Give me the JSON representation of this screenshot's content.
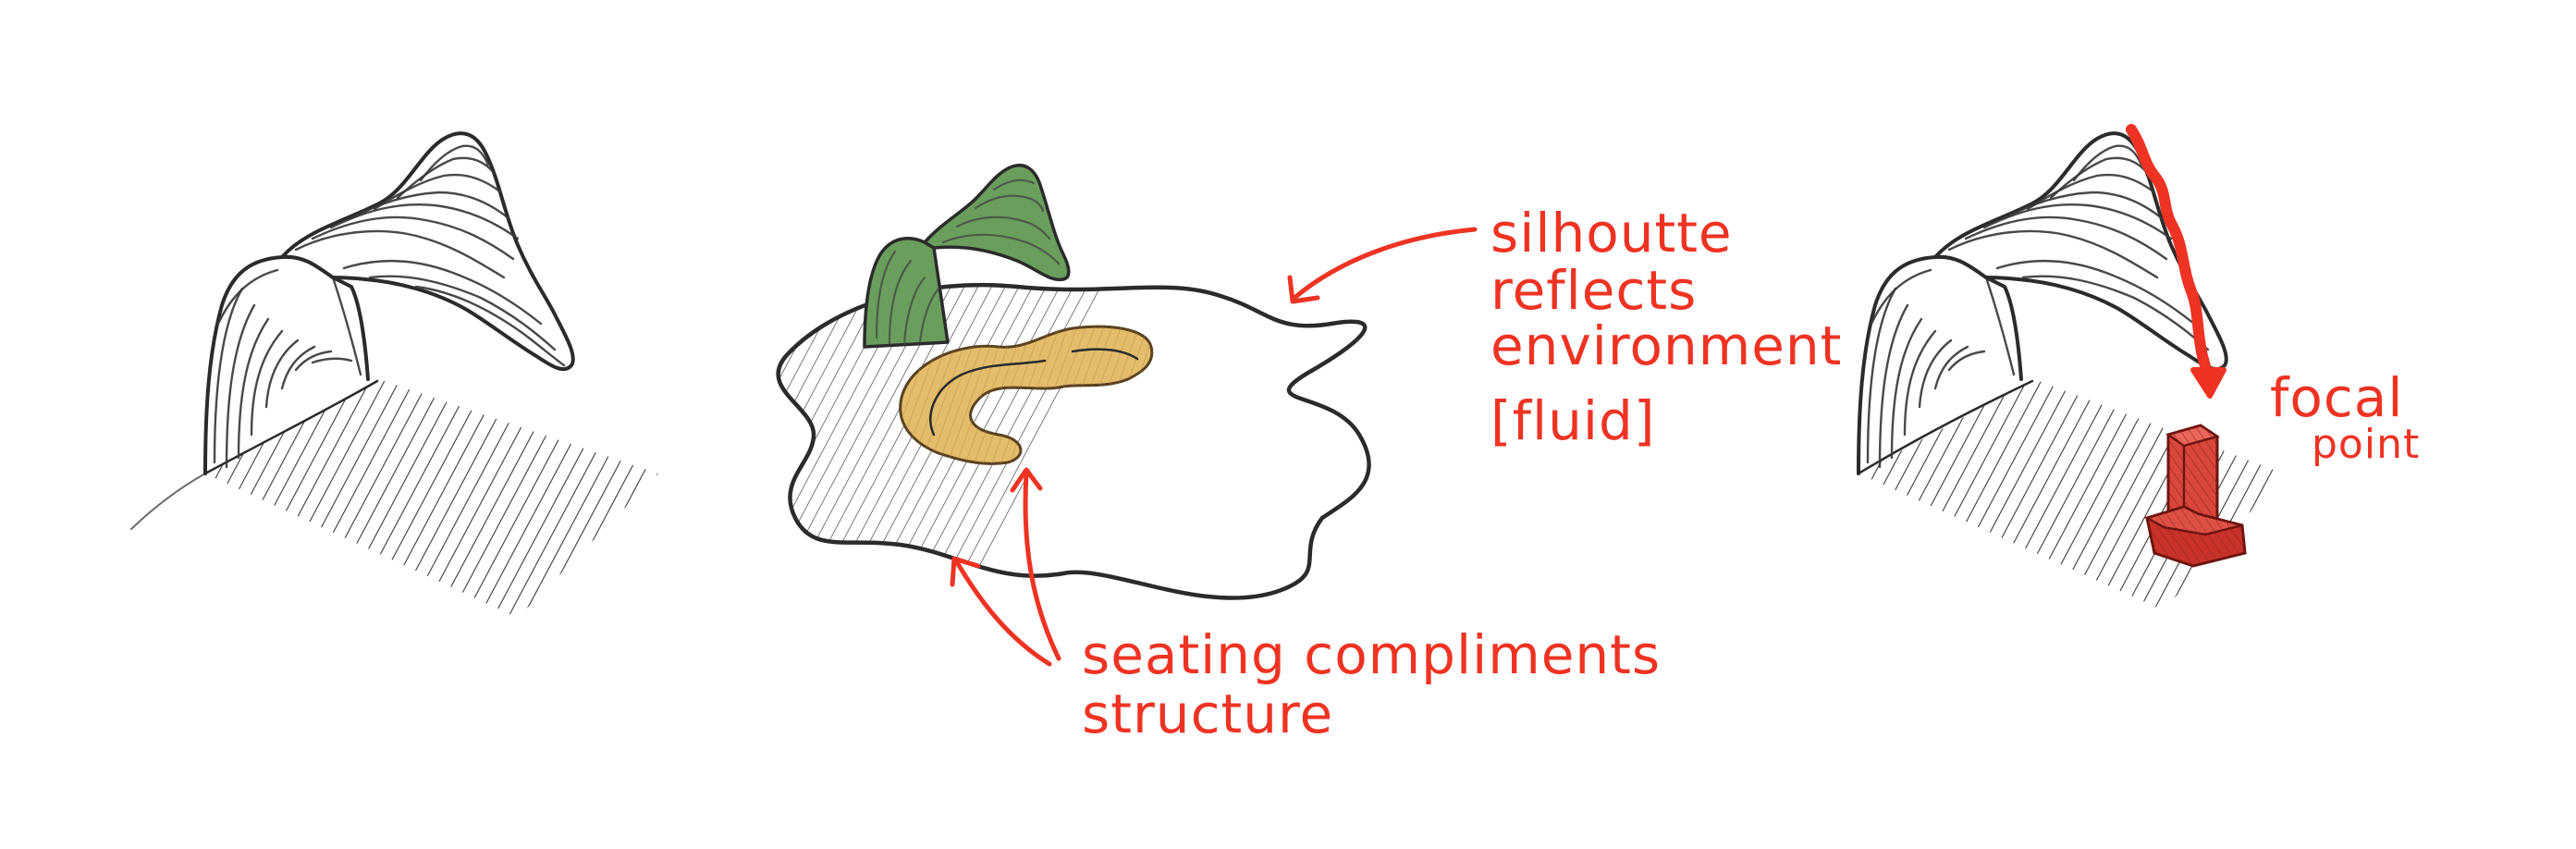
{
  "annotations": {
    "silhouette": {
      "line1": "silhoutte",
      "line2": "reflects",
      "line3": "environment",
      "line4": "[fluid]"
    },
    "seating": {
      "line1": "seating compliments",
      "line2": "structure"
    },
    "focal": {
      "line1": "focal",
      "line2": "point"
    }
  },
  "colors": {
    "annotation": "#ee3323",
    "canopy_green": "#6a9e5c",
    "seating_tan": "#e3bd6c",
    "focal_red": "#c8322a",
    "ink": "#2b2b2b"
  }
}
